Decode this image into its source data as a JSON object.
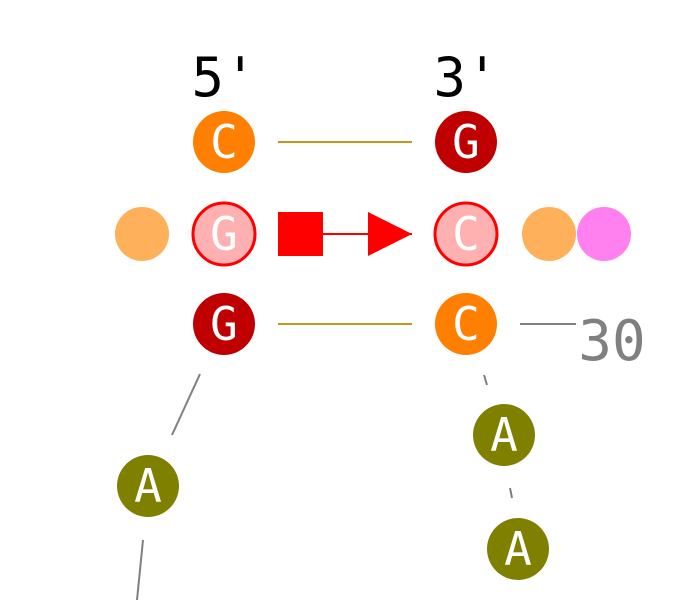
{
  "labels": {
    "five_prime": "5'",
    "three_prime": "3'",
    "position_30": "30"
  },
  "nucleotides": {
    "left_top": "C",
    "left_mid": "G",
    "left_bottom": "G",
    "left_loop": "A",
    "right_top": "G",
    "right_mid": "C",
    "right_bottom": "C",
    "right_loop_1": "A",
    "right_loop_2": "A"
  },
  "colors": {
    "C": "#ff7f00",
    "G": "#c00000",
    "A": "#808000",
    "highlight_fill": "#ffb0b0",
    "highlight_stroke": "#ff0000",
    "pair_line": "#c8961e",
    "backbone": "#808080",
    "annotation_orange": "#ffb05a",
    "annotation_pink": "#ff80ee",
    "interaction": "#ff0000"
  }
}
